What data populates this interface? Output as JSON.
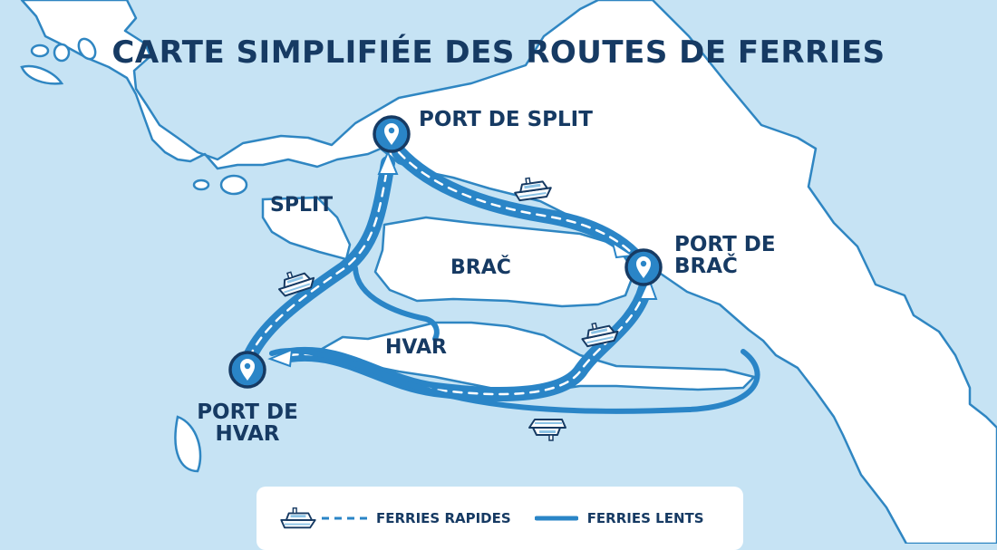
{
  "title": "CARTE SIMPLIFIÉE DES ROUTES DE FERRIES",
  "colors": {
    "sea": "#c6e3f4",
    "land": "#ffffff",
    "coastline": "#2f86c2",
    "route": "#2a85c7",
    "text": "#163a63"
  },
  "ports": [
    {
      "id": "split",
      "label": "PORT DE SPLIT",
      "icon": "map-pin-icon"
    },
    {
      "id": "brac",
      "label": "PORT DE BRAČ",
      "icon": "map-pin-icon"
    },
    {
      "id": "hvar",
      "label": "PORT DE HVAR",
      "icon": "map-pin-icon"
    }
  ],
  "port_labels": {
    "split": "PORT DE SPLIT",
    "brac_line1": "PORT DE",
    "brac_line2": "BRAČ",
    "hvar_line1": "PORT DE",
    "hvar_line2": "HVAR"
  },
  "regions": {
    "split": "SPLIT",
    "brac": "BRAČ",
    "hvar": "HVAR"
  },
  "routes": [
    {
      "from": "PORT DE SPLIT",
      "to": "PORT DE BRAČ",
      "type": "rapide"
    },
    {
      "from": "PORT DE HVAR",
      "to": "PORT DE SPLIT",
      "type": "rapide"
    },
    {
      "from": "PORT DE BRAČ",
      "to": "PORT DE HVAR",
      "type": "rapide"
    },
    {
      "from": "PORT DE BRAČ",
      "to": "PORT DE HVAR",
      "type": "lent"
    },
    {
      "from": "SPLIT",
      "to": "HVAR",
      "type": "lent"
    }
  ],
  "legend": {
    "icon": "ship-icon",
    "fast_label": "FERRIES RAPIDES",
    "slow_label": "FERRIES LENTS"
  }
}
